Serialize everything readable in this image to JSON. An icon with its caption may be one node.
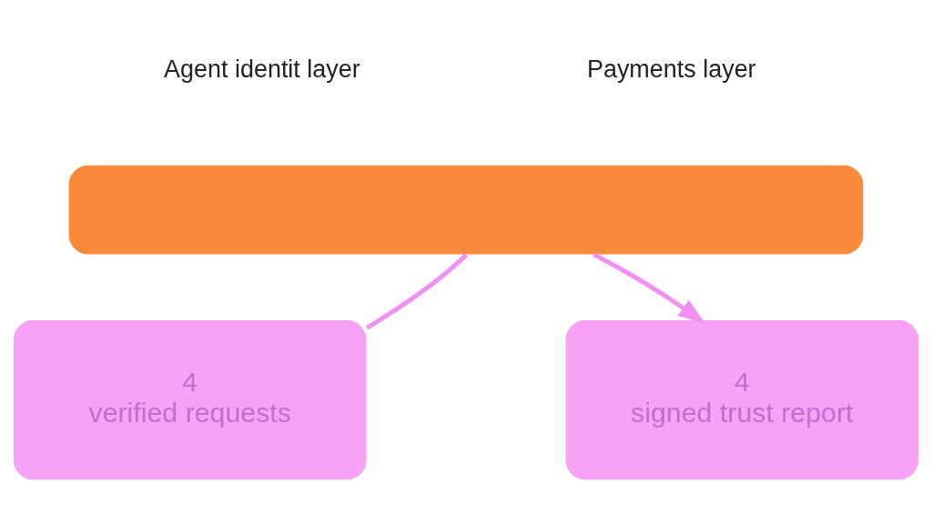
{
  "diagram": {
    "nodes": [
      {
        "text": [],
        "shape": "bar"
      },
      {
        "text": [
          "4",
          "verified requests"
        ]
      },
      {
        "text": [
          "4",
          "signed trust report"
        ]
      }
    ],
    "edges": [
      {
        "from": 1,
        "to": 0,
        "arrow": "none"
      },
      {
        "from": 0,
        "to": 2,
        "arrow": "to"
      }
    ],
    "labels": [
      "Agent identit layer",
      "Payments layer"
    ]
  }
}
